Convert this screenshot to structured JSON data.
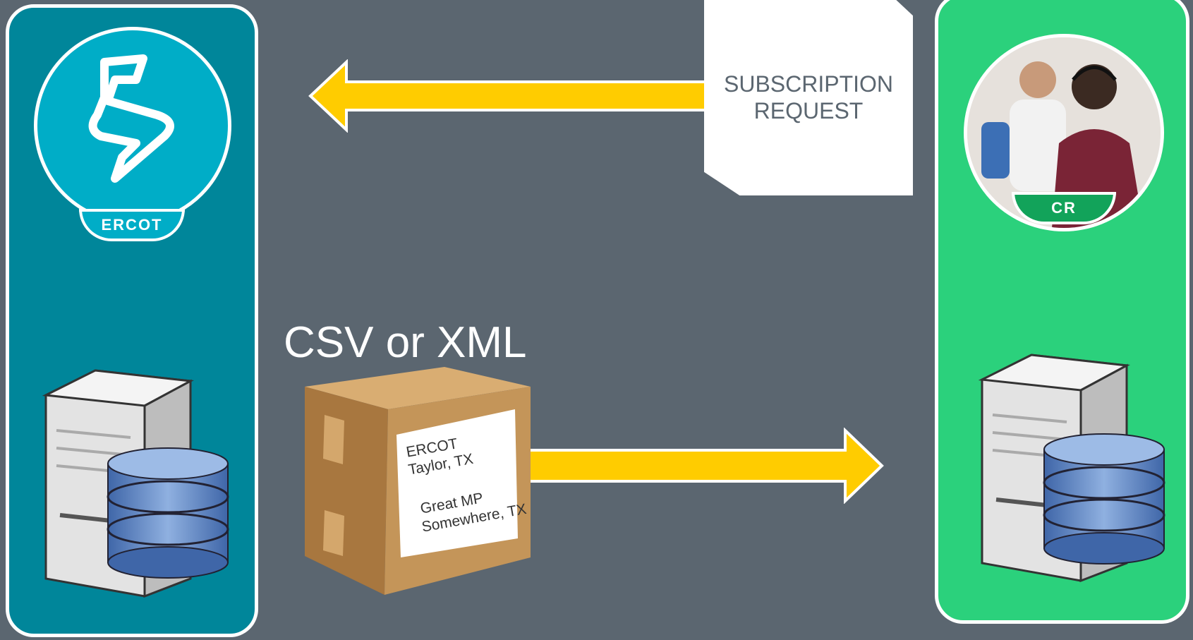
{
  "left_entity": {
    "logo_label": "ERCOT"
  },
  "right_entity": {
    "logo_label": "CR"
  },
  "request_doc": {
    "text": "SUBSCRIPTION\nREQUEST"
  },
  "data_format": {
    "label": "CSV or XML"
  },
  "package_label": {
    "from_name": "ERCOT",
    "from_city": "Taylor, TX",
    "to_name": "Great MP",
    "to_city": "Somewhere, TX"
  },
  "colors": {
    "background": "#5b6670",
    "left_panel": "#00869a",
    "right_panel": "#2bd17c",
    "arrow": "#ffcc00"
  }
}
